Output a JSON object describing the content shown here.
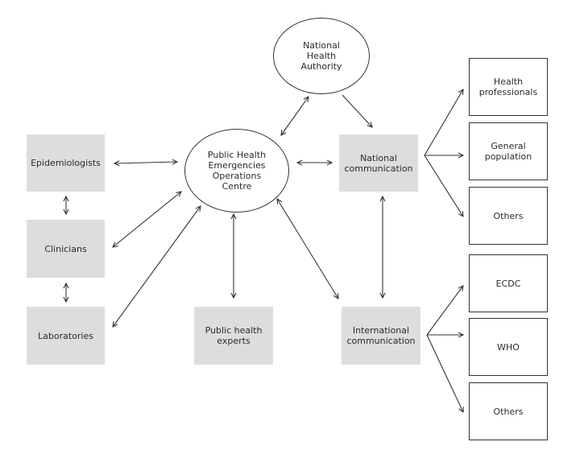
{
  "diagram": {
    "nodes": {
      "national_health_authority": "National\nHealth\nAuthority",
      "pheoc": "Public Health\nEmergencies\nOperations\nCentre",
      "epidemiologists": "Epidemiologists",
      "clinicians": "Clinicians",
      "laboratories": "Laboratories",
      "public_health_experts": "Public health\nexperts",
      "national_communication": "National\ncommunication",
      "international_communication": "International\ncommunication",
      "health_professionals": "Health\nprofessionals",
      "general_population": "General\npopulation",
      "others_national": "Others",
      "ecdc": "ECDC",
      "who": "WHO",
      "others_international": "Others"
    },
    "colors": {
      "grey_box": "#dddddd",
      "line": "#333333",
      "text": "#2b2b2b"
    }
  }
}
